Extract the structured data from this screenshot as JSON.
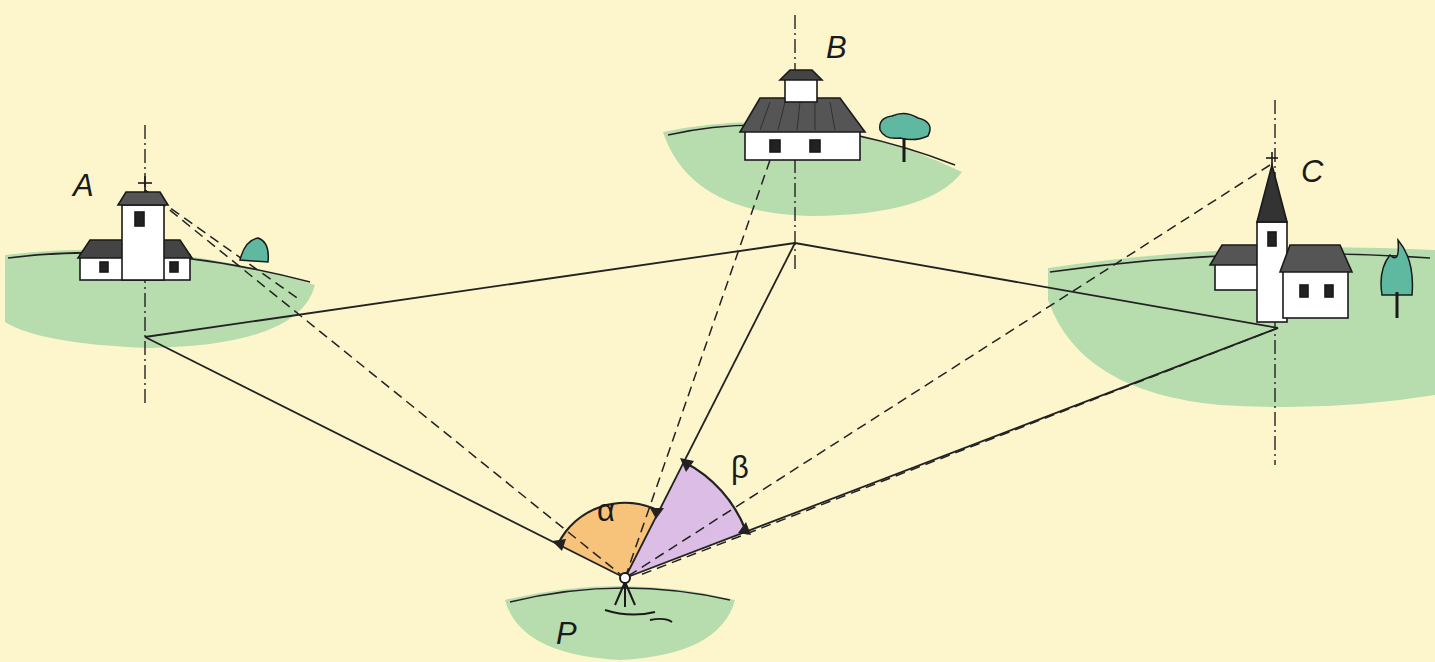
{
  "diagram": {
    "labels": [
      "A",
      "B",
      "C",
      "P",
      "α",
      "β"
    ]
  }
}
